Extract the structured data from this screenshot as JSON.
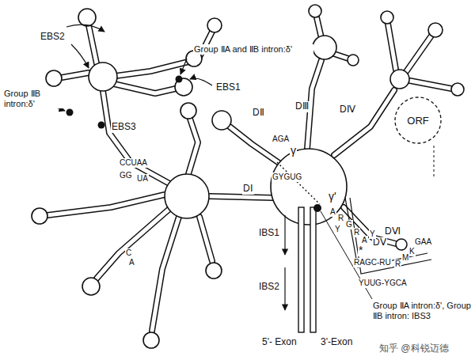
{
  "diagram": {
    "nodes": [
      {
        "text": [
          "ORF"
        ]
      }
    ],
    "labels": [
      "EBS2",
      "Group ⅡB intron:δ'",
      "EBS3",
      "Group ⅡA and ⅡB intron:δ'",
      "EBS1",
      "DⅡ",
      "DⅢ",
      "DⅣ",
      "γ",
      "DⅤ",
      "DⅠ",
      "γ'",
      "DⅥ",
      "IBS1",
      "IBS2",
      "5'- Exon",
      "3'-Exon",
      "Group ⅡA intron:δ', Group ⅡB intron: IBS3",
      "*",
      "CCUAA",
      "GG",
      "UA",
      "C",
      "A",
      "AGA",
      "GYGUG",
      "RAGC-RU",
      "R",
      "M",
      "K",
      "GAA",
      "YUUG-YGCA",
      "A",
      "R",
      "G",
      "Y",
      "R",
      "A",
      "Y",
      "知乎 @科锐迈德"
    ]
  }
}
